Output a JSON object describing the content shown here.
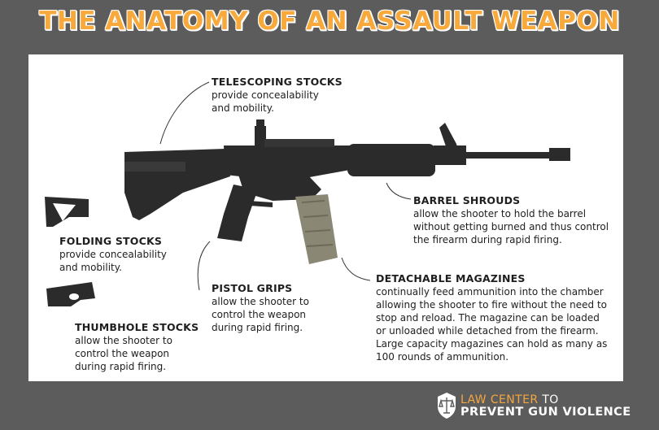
{
  "title": "THE ANATOMY OF AN ASSAULT WEAPON",
  "callouts": {
    "telescoping": {
      "head": "TELESCOPING STOCKS",
      "line1": "provide concealability",
      "line2": "and mobility."
    },
    "folding": {
      "head": "FOLDING STOCKS",
      "line1": "provide concealability",
      "line2": "and mobility."
    },
    "thumbhole": {
      "head": "THUMBHOLE STOCKS",
      "line1": "allow the shooter to",
      "line2": "control the weapon",
      "line3": "during rapid firing."
    },
    "pistol": {
      "head": "PISTOL GRIPS",
      "line1": "allow the shooter to",
      "line2": "control the weapon",
      "line3": "during rapid firing."
    },
    "barrel": {
      "head": "BARREL SHROUDS",
      "line1": "allow the shooter to hold the barrel",
      "line2": "without getting burned and thus control",
      "line3": "the firearm during rapid firing."
    },
    "magazines": {
      "head": "DETACHABLE MAGAZINES",
      "line1": "continually feed ammunition into the chamber",
      "line2": "allowing the shooter to fire without the need to",
      "line3": "stop and reload. The magazine can be loaded",
      "line4": "or unloaded while detached from the firearm.",
      "line5": "Large capacity magazines can hold as many as",
      "line6": "100 rounds of ammunition."
    }
  },
  "logo": {
    "line1a": "LAW CENTER",
    "line1b": "TO",
    "line2": "PREVENT GUN VIOLENCE"
  },
  "colors": {
    "background": "#5c5c5c",
    "title": "#f7a93b",
    "logo_accent": "#f4a640",
    "weapon": "#2a2a2a"
  }
}
